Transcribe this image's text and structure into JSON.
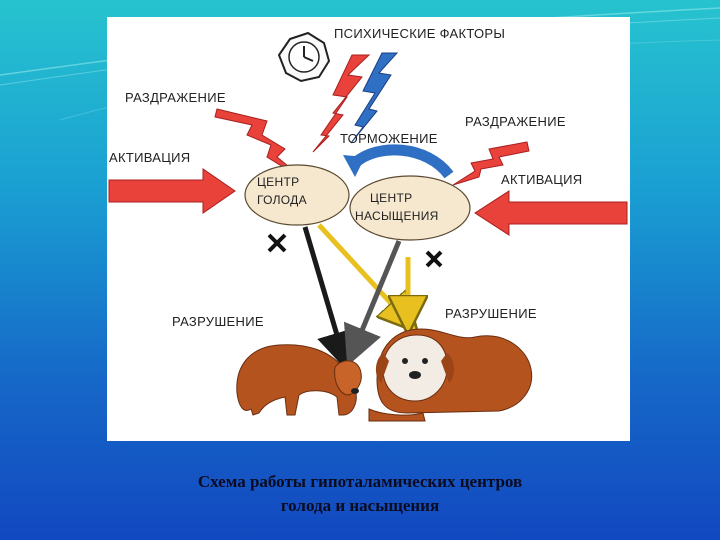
{
  "diagram": {
    "labels": {
      "psychic_factors": "ПСИХИЧЕСКИЕ ФАКТОРЫ",
      "irritation_left": "РАЗДРАЖЕНИЕ",
      "irritation_right": "РАЗДРАЖЕНИЕ",
      "activation_left": "АКТИВАЦИЯ",
      "activation_right": "АКТИВАЦИЯ",
      "inhibition": "ТОРМОЖЕНИЕ",
      "hunger_center_line1": "ЦЕНТР",
      "hunger_center_line2": "ГОЛОДА",
      "satiety_center_line1": "ЦЕНТР",
      "satiety_center_line2": "НАСЫЩЕНИЯ",
      "destruction_left": "РАЗРУШЕНИЕ",
      "destruction_right": "РАЗРУШЕНИЕ"
    },
    "colors": {
      "red_arrow": "#e8423a",
      "blue_arrow": "#2f6fc4",
      "yellow_arrow": "#f0d23a",
      "center_fill": "#f6e7cf",
      "dog_fur": "#b5531f"
    }
  },
  "caption": {
    "line1": "Схема работы гипоталамических центров",
    "line2": "голода и насыщения"
  }
}
